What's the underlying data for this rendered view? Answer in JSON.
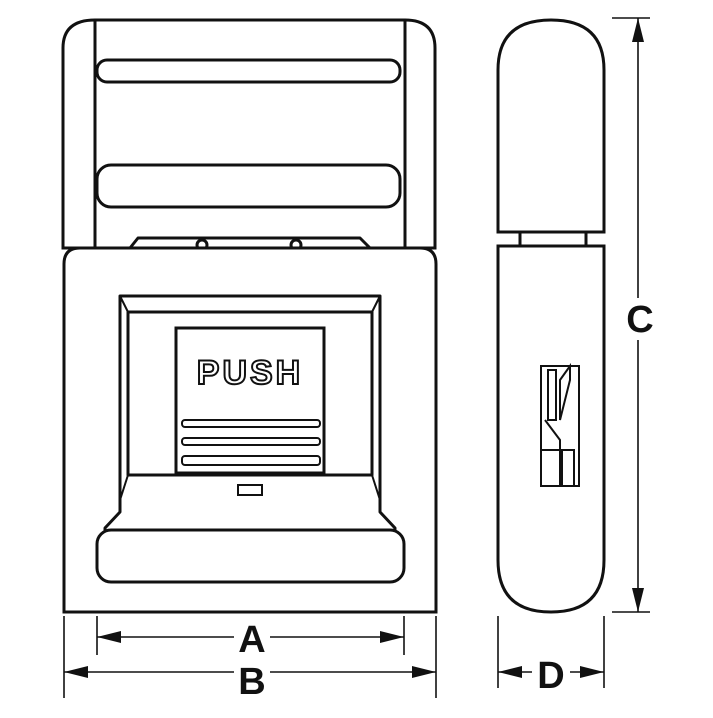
{
  "diagram": {
    "button_text": "PUSH",
    "dimension_labels": {
      "a": "A",
      "b": "B",
      "c": "C",
      "d": "D"
    }
  }
}
